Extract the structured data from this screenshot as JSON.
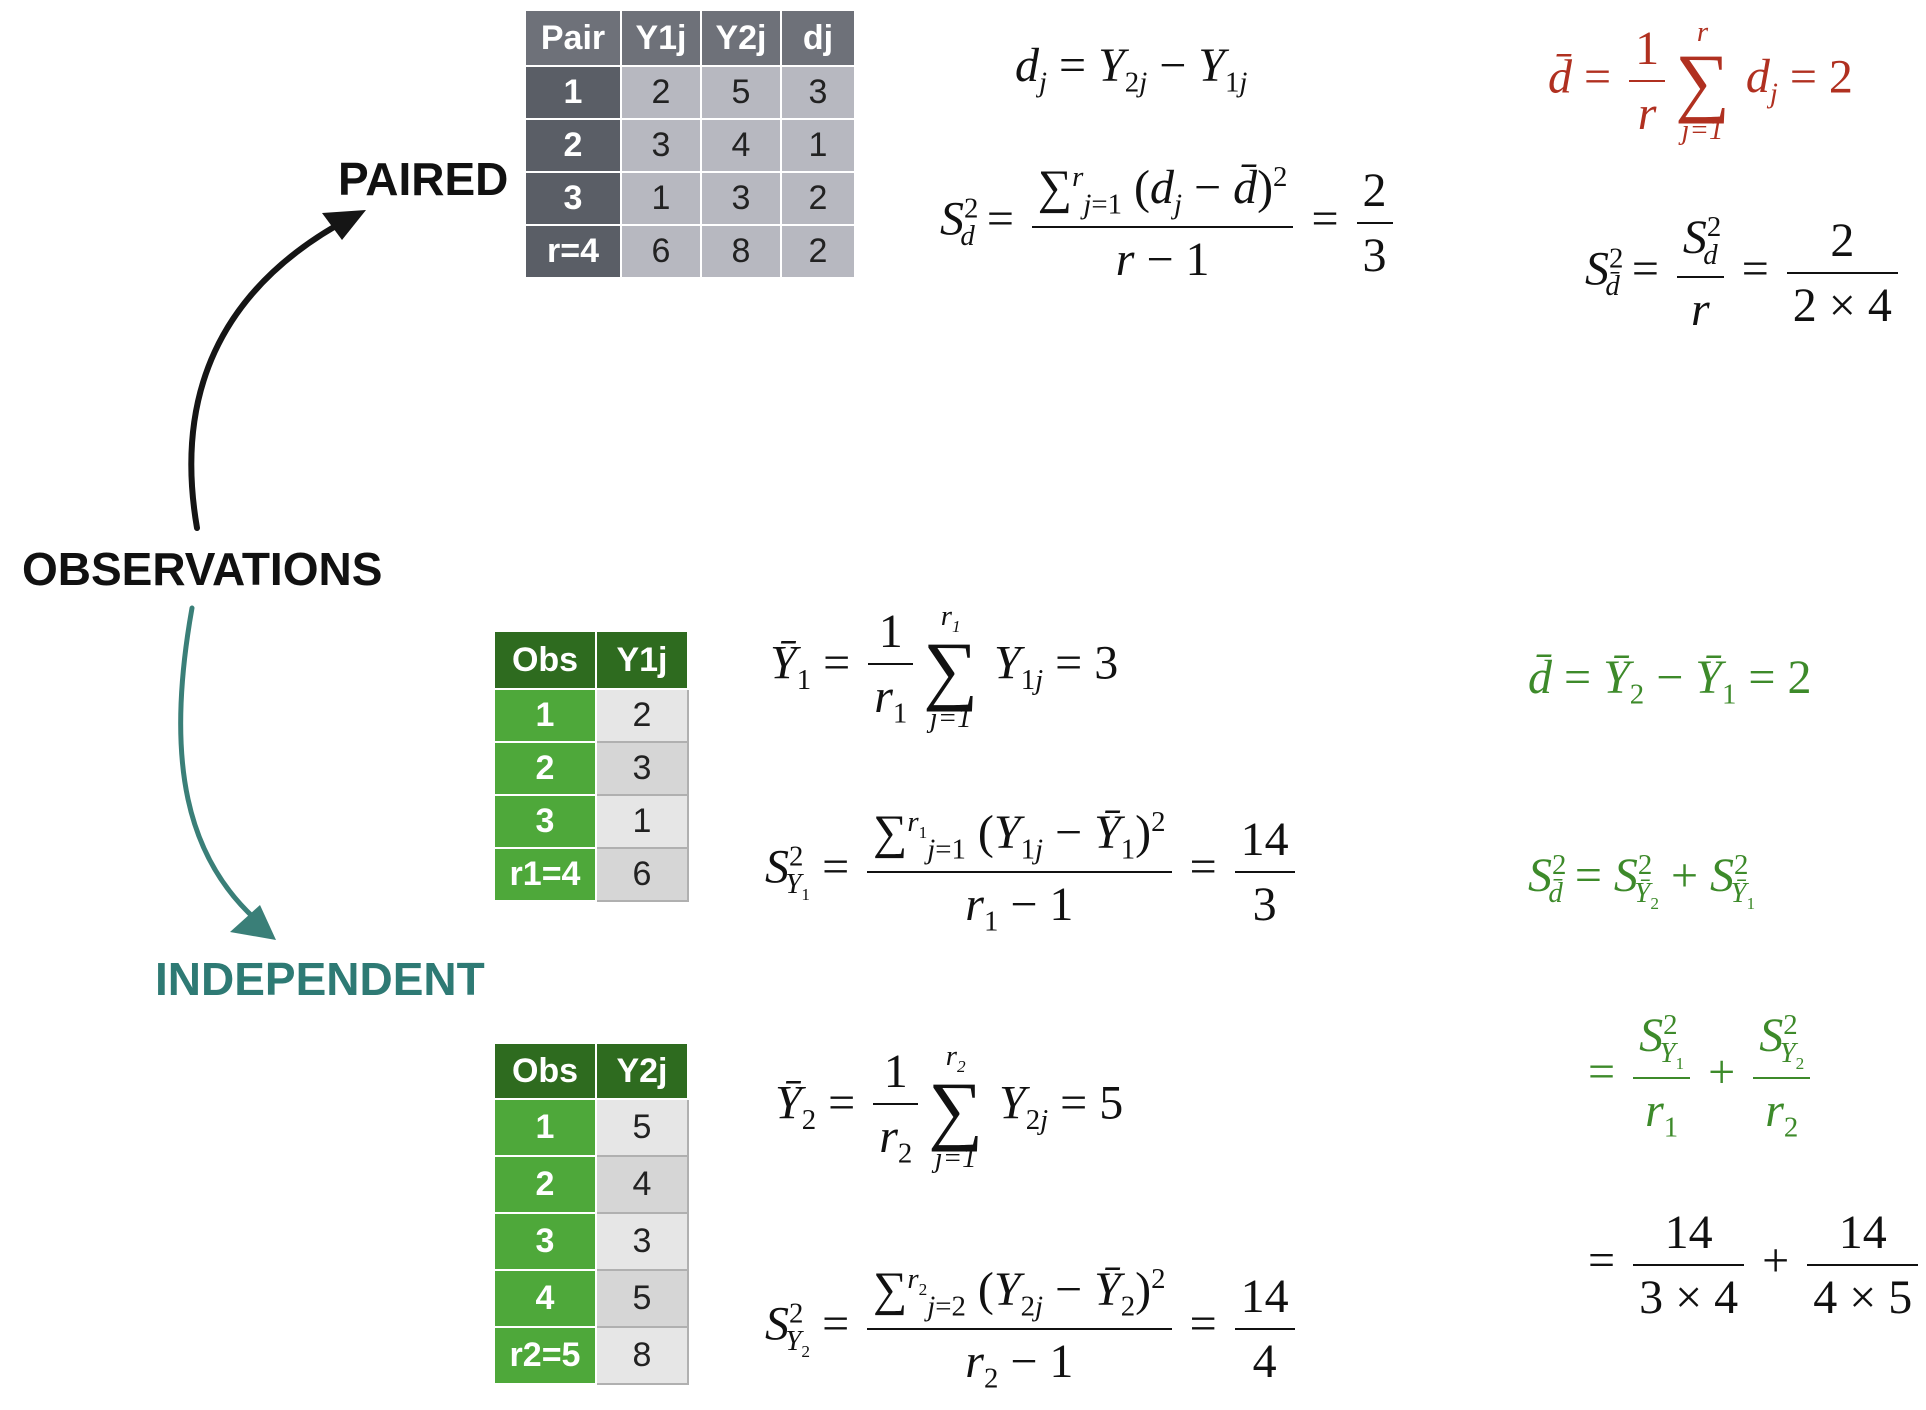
{
  "labels": {
    "observations": "OBSERVATIONS",
    "paired": "PAIRED",
    "independent": "INDEPENDENT"
  },
  "colors": {
    "paired_table_header": "#6e7179",
    "paired_table_key": "#5a5e66",
    "paired_table_cell": "#b7b8c0",
    "independent_table_header": "#2e6b1f",
    "independent_table_key": "#4ea83a",
    "independent_label": "#2e7a74",
    "paired_result": "#b03020",
    "independent_result": "#3d8a2a"
  },
  "paired_table": {
    "headers": [
      "Pair",
      "Y1j",
      "Y2j",
      "dj"
    ],
    "rows": [
      [
        "1",
        "2",
        "5",
        "3"
      ],
      [
        "2",
        "3",
        "4",
        "1"
      ],
      [
        "3",
        "1",
        "3",
        "2"
      ],
      [
        "r=4",
        "6",
        "8",
        "2"
      ]
    ]
  },
  "independent_table_1": {
    "headers": [
      "Obs",
      "Y1j"
    ],
    "rows": [
      [
        "1",
        "2"
      ],
      [
        "2",
        "3"
      ],
      [
        "3",
        "1"
      ],
      [
        "r1=4",
        "6"
      ]
    ]
  },
  "independent_table_2": {
    "headers": [
      "Obs",
      "Y2j"
    ],
    "rows": [
      [
        "1",
        "5"
      ],
      [
        "2",
        "4"
      ],
      [
        "3",
        "3"
      ],
      [
        "4",
        "5"
      ],
      [
        "r2=5",
        "8"
      ]
    ]
  },
  "results": {
    "paired_dbar": "2",
    "paired_var_num": "2",
    "paired_var_den": "3",
    "paired_se_num": "2",
    "paired_se_den": "2 × 4",
    "y1bar": "3",
    "y1_var_num": "14",
    "y1_var_den": "3",
    "y2bar": "5",
    "y2_var_num": "14",
    "y2_var_den": "4",
    "indep_dbar": "2",
    "indep_se_term1_num": "14",
    "indep_se_term1_den": "3 × 4",
    "indep_se_term2_num": "14",
    "indep_se_term2_den": "4 × 5"
  }
}
